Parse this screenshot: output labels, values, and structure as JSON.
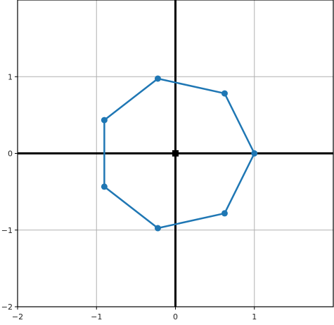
{
  "chart_data": {
    "type": "line",
    "title": "",
    "xlabel": "",
    "ylabel": "",
    "xlim": [
      -2,
      2
    ],
    "ylim": [
      -2,
      2
    ],
    "grid": true,
    "x_ticks": [
      -2,
      -1,
      0,
      1
    ],
    "y_ticks": [
      -2,
      -1,
      0,
      1
    ],
    "x_tick_labels": [
      "−2",
      "−1",
      "0",
      "1"
    ],
    "y_tick_labels": [
      "−2",
      "−1",
      "0",
      "1"
    ],
    "series": [
      {
        "closed": true,
        "color": "#1f77b4",
        "points": [
          {
            "x": 1.0,
            "y": 0.0
          },
          {
            "x": 0.623,
            "y": 0.782
          },
          {
            "x": -0.223,
            "y": 0.975
          },
          {
            "x": -0.901,
            "y": 0.434
          },
          {
            "x": -0.901,
            "y": -0.434
          },
          {
            "x": -0.223,
            "y": -0.975
          },
          {
            "x": 0.623,
            "y": -0.782
          }
        ]
      }
    ],
    "origin_marker": {
      "x": 0,
      "y": 0,
      "color": "#000000"
    },
    "axis_line_color": "#000000",
    "grid_color": "#b0b0b0"
  }
}
